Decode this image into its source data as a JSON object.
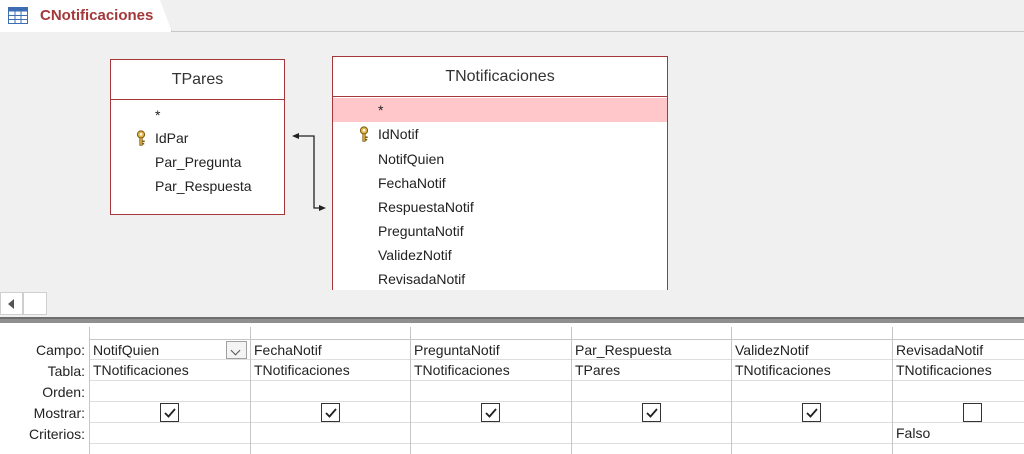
{
  "tab": {
    "title": "CNotificaciones",
    "icon": "query-icon"
  },
  "tables": {
    "tpares": {
      "title": "TPares",
      "fields": [
        "*",
        "IdPar",
        "Par_Pregunta",
        "Par_Respuesta"
      ],
      "key_field": "IdPar"
    },
    "tnotificaciones": {
      "title": "TNotificaciones",
      "fields": [
        "*",
        "IdNotif",
        "NotifQuien",
        "FechaNotif",
        "RespuestaNotif",
        "PreguntaNotif",
        "ValidezNotif",
        "RevisadaNotif"
      ],
      "key_field": "IdNotif",
      "selected_field": "*"
    }
  },
  "grid": {
    "row_labels": {
      "campo": "Campo:",
      "tabla": "Tabla:",
      "orden": "Orden:",
      "mostrar": "Mostrar:",
      "criterios": "Criterios:"
    },
    "columns": [
      {
        "campo": "NotifQuien",
        "tabla": "TNotificaciones",
        "orden": "",
        "mostrar": true,
        "criterios": ""
      },
      {
        "campo": "FechaNotif",
        "tabla": "TNotificaciones",
        "orden": "",
        "mostrar": true,
        "criterios": ""
      },
      {
        "campo": "PreguntaNotif",
        "tabla": "TNotificaciones",
        "orden": "",
        "mostrar": true,
        "criterios": ""
      },
      {
        "campo": "Par_Respuesta",
        "tabla": "TPares",
        "orden": "",
        "mostrar": true,
        "criterios": ""
      },
      {
        "campo": "ValidezNotif",
        "tabla": "TNotificaciones",
        "orden": "",
        "mostrar": true,
        "criterios": ""
      },
      {
        "campo": "RevisadaNotif",
        "tabla": "TNotificaciones",
        "orden": "",
        "mostrar": false,
        "criterios": "Falso"
      }
    ]
  },
  "colors": {
    "accent": "#a4373a",
    "selection": "#ffc7ca"
  }
}
